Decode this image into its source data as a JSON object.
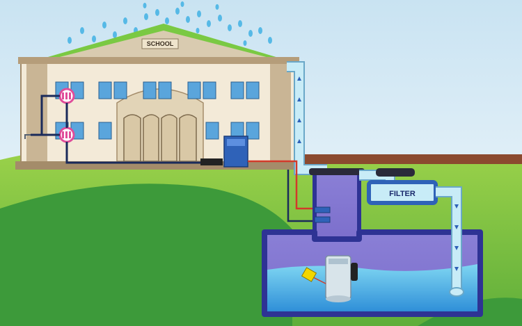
{
  "labels": {
    "school": "SCHOOL",
    "filter": "FILTER"
  },
  "colors": {
    "sky": "#dcebf5",
    "hill_light": "#8ec63f",
    "hill_dark": "#3d9a3a",
    "soil": "#8b4a2f",
    "building": "#f3ead8",
    "roof": "#7ac943",
    "tank": "#3b3fa8",
    "water": "#4fc3ea",
    "pipe": "#c8ecf7",
    "toilet_icon": "#e04d9a"
  },
  "icons": [
    "rain-drops",
    "toilet-icon",
    "tap-icon",
    "pump-unit",
    "submersible-pump",
    "float-switch",
    "filter-unit",
    "underground-tank"
  ]
}
